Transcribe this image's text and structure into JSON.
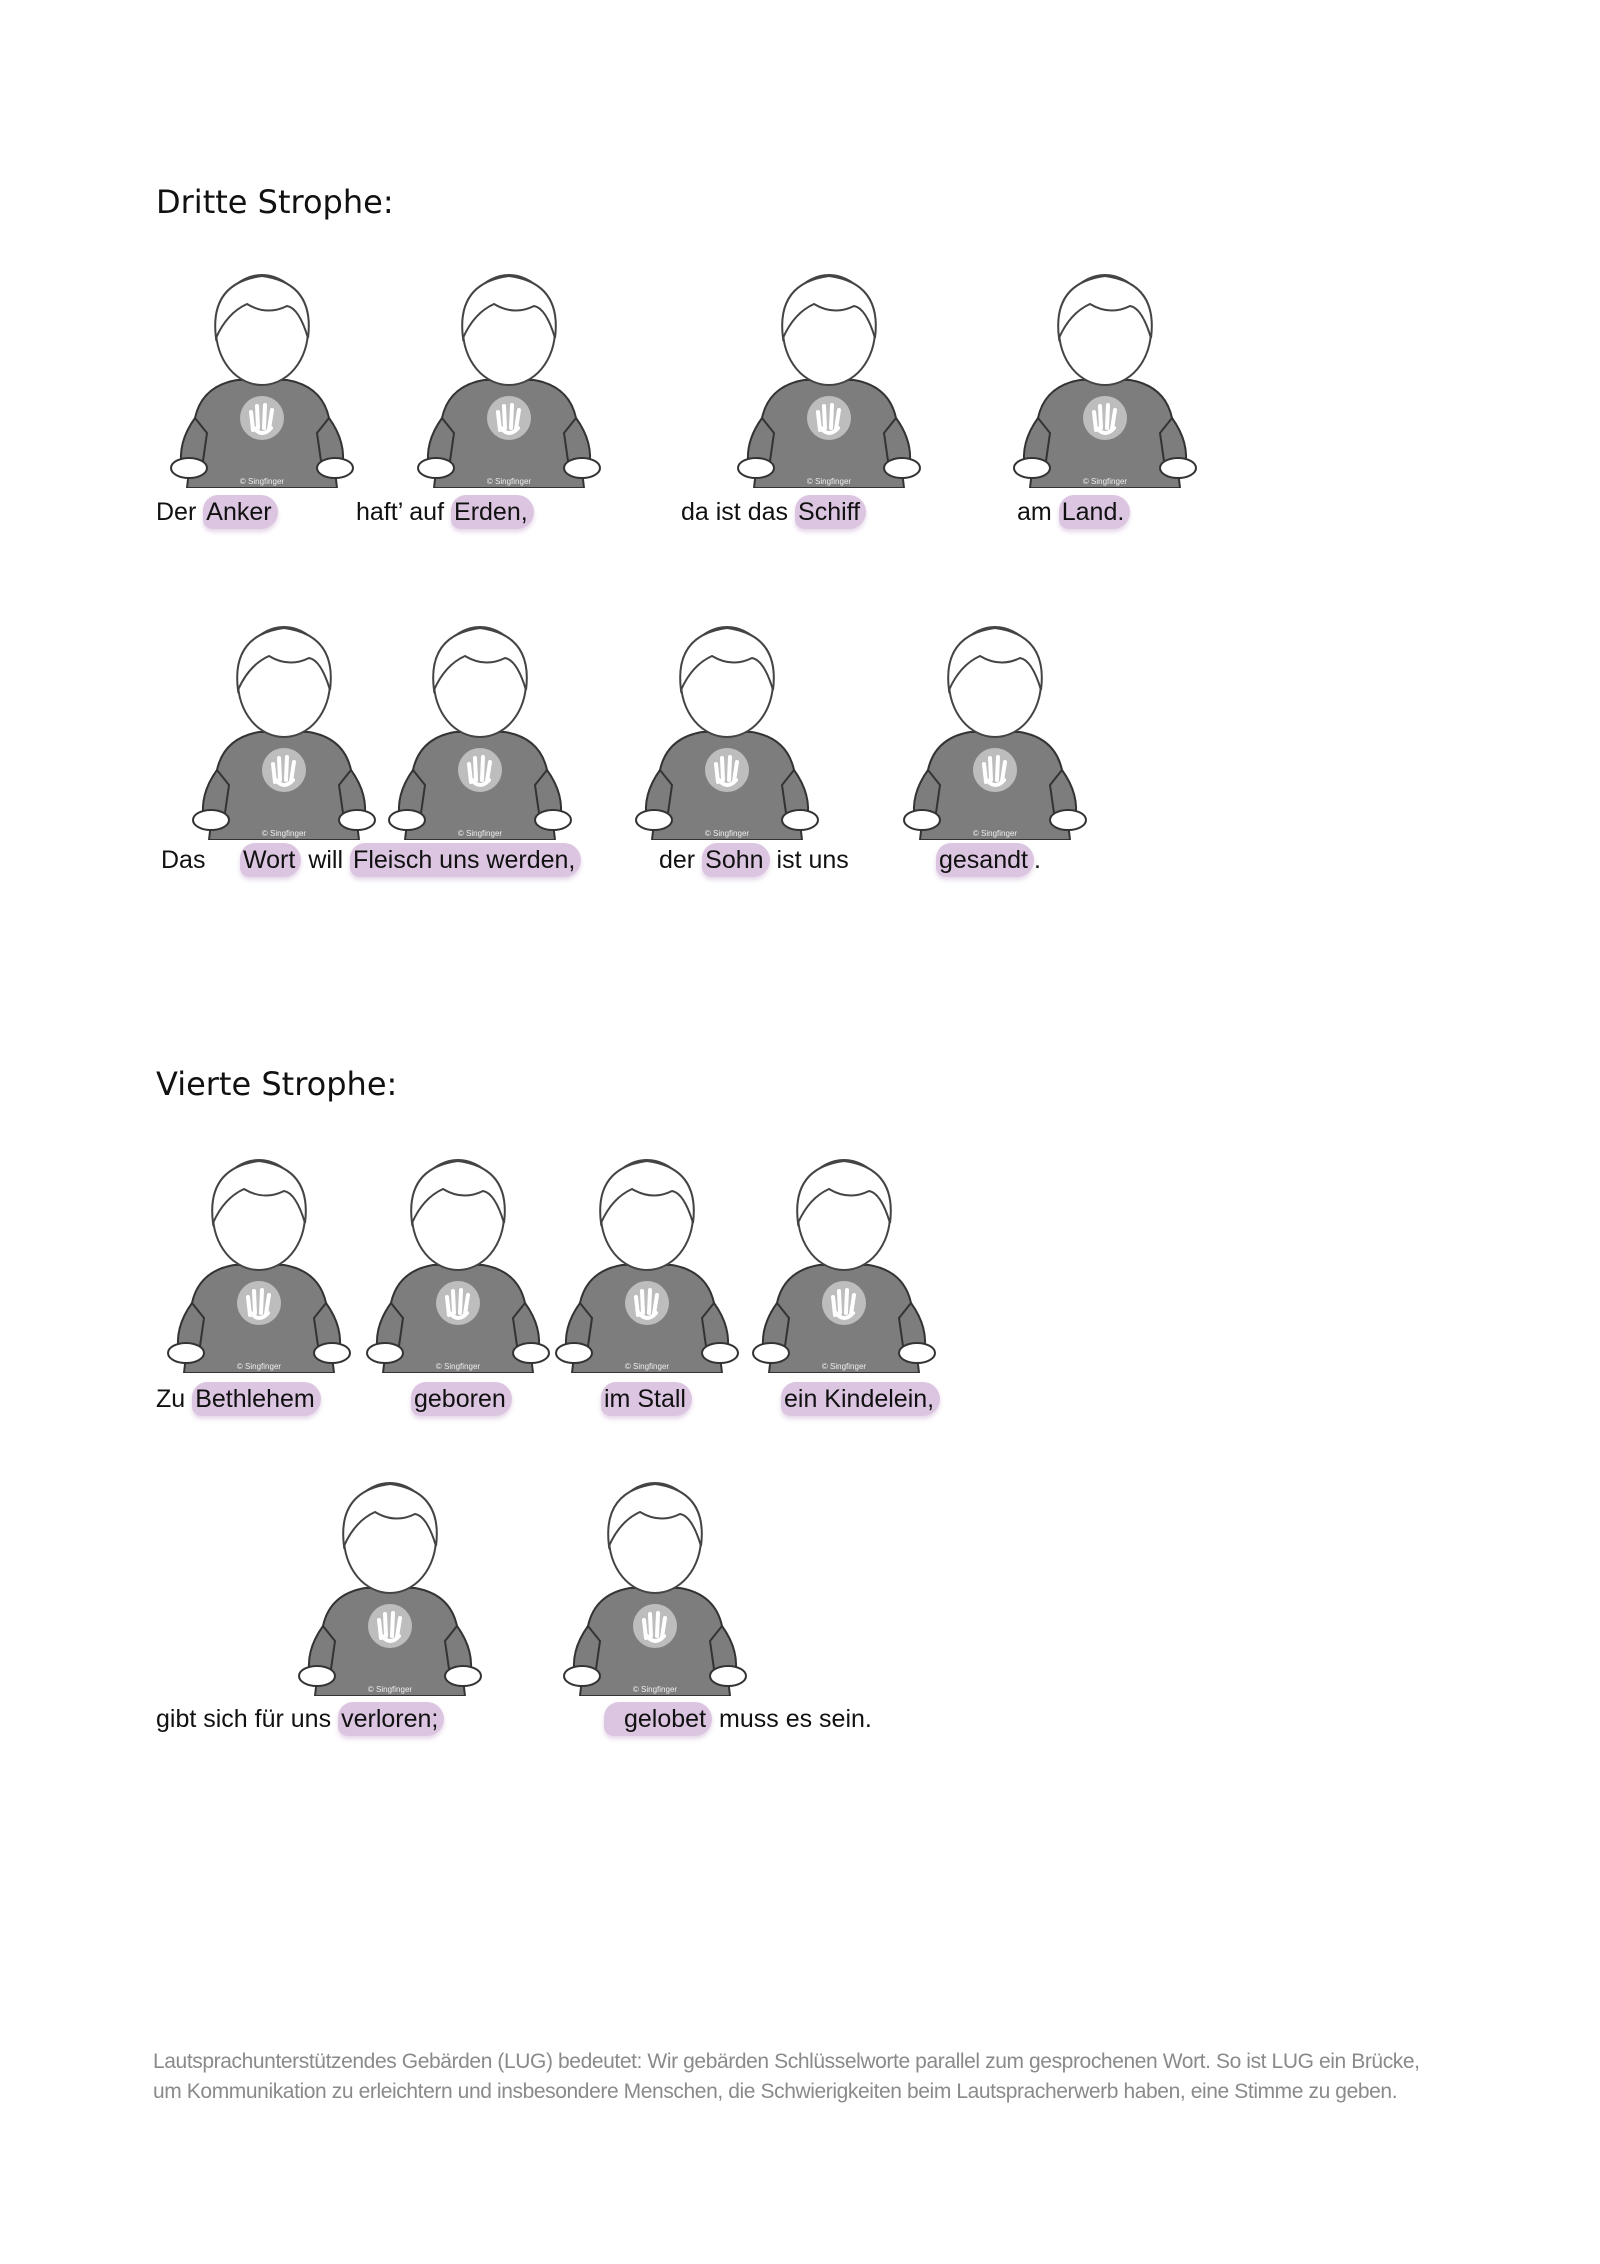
{
  "verse3": {
    "title": "Dritte Strophe:",
    "row1": [
      "Der",
      "Anker",
      "haft’ auf",
      "Erden,",
      "da ist das",
      "Schiff",
      "am",
      "Land."
    ],
    "row2": [
      "Das",
      "Wort",
      "will",
      "Fleisch uns werden,",
      "der",
      "Sohn",
      "ist uns",
      "gesandt",
      "."
    ]
  },
  "verse4": {
    "title": "Vierte Strophe:",
    "row1": [
      "Zu",
      "Bethlehem",
      "geboren",
      "im Stall",
      "ein Kindelein,"
    ],
    "row2": [
      "gibt sich für uns",
      "verloren;",
      "gelobet",
      "muss es sein."
    ]
  },
  "figure_copyright": "© Singfinger",
  "highlight_color": "#c9a6cf",
  "footer": "Lautsprachunterstützendes Gebärden (LUG) bedeutet: Wir gebärden Schlüsselworte parallel zum gesprochenen Wort. So ist LUG ein Brücke, um Kommunikation zu erleichtern und insbesondere Menschen, die Schwierigkeiten beim Lautspracherwerb haben, eine Stimme zu geben."
}
